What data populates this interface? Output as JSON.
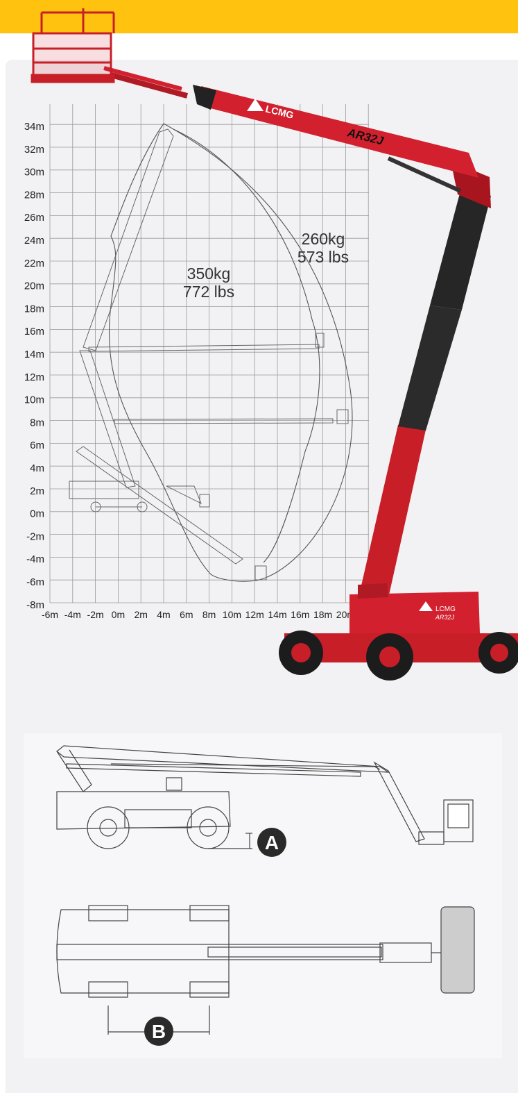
{
  "brand": {
    "logo_text": "LCMG",
    "model": "AR32J",
    "colors": {
      "accent_yellow": "#ffc20e",
      "machine_red": "#d2202e",
      "boom_black": "#2a2a2a"
    }
  },
  "working_range": {
    "y_axis_labels": [
      "34m",
      "32m",
      "30m",
      "28m",
      "26m",
      "24m",
      "22m",
      "20m",
      "18m",
      "16m",
      "14m",
      "12m",
      "10m",
      "8m",
      "6m",
      "4m",
      "2m",
      "0m",
      "-2m",
      "-4m",
      "-6m",
      "-8m"
    ],
    "x_axis_labels": [
      "-6m",
      "-4m",
      "-2m",
      "0m",
      "2m",
      "4m",
      "6m",
      "8m",
      "10m",
      "12m",
      "14m",
      "16m",
      "18m",
      "20m"
    ],
    "zones": [
      {
        "kg": "350kg",
        "lbs": "772 lbs"
      },
      {
        "kg": "260kg",
        "lbs": "573 lbs"
      }
    ]
  },
  "dimensions": {
    "side_view_marker": "A",
    "top_view_marker": "B"
  }
}
